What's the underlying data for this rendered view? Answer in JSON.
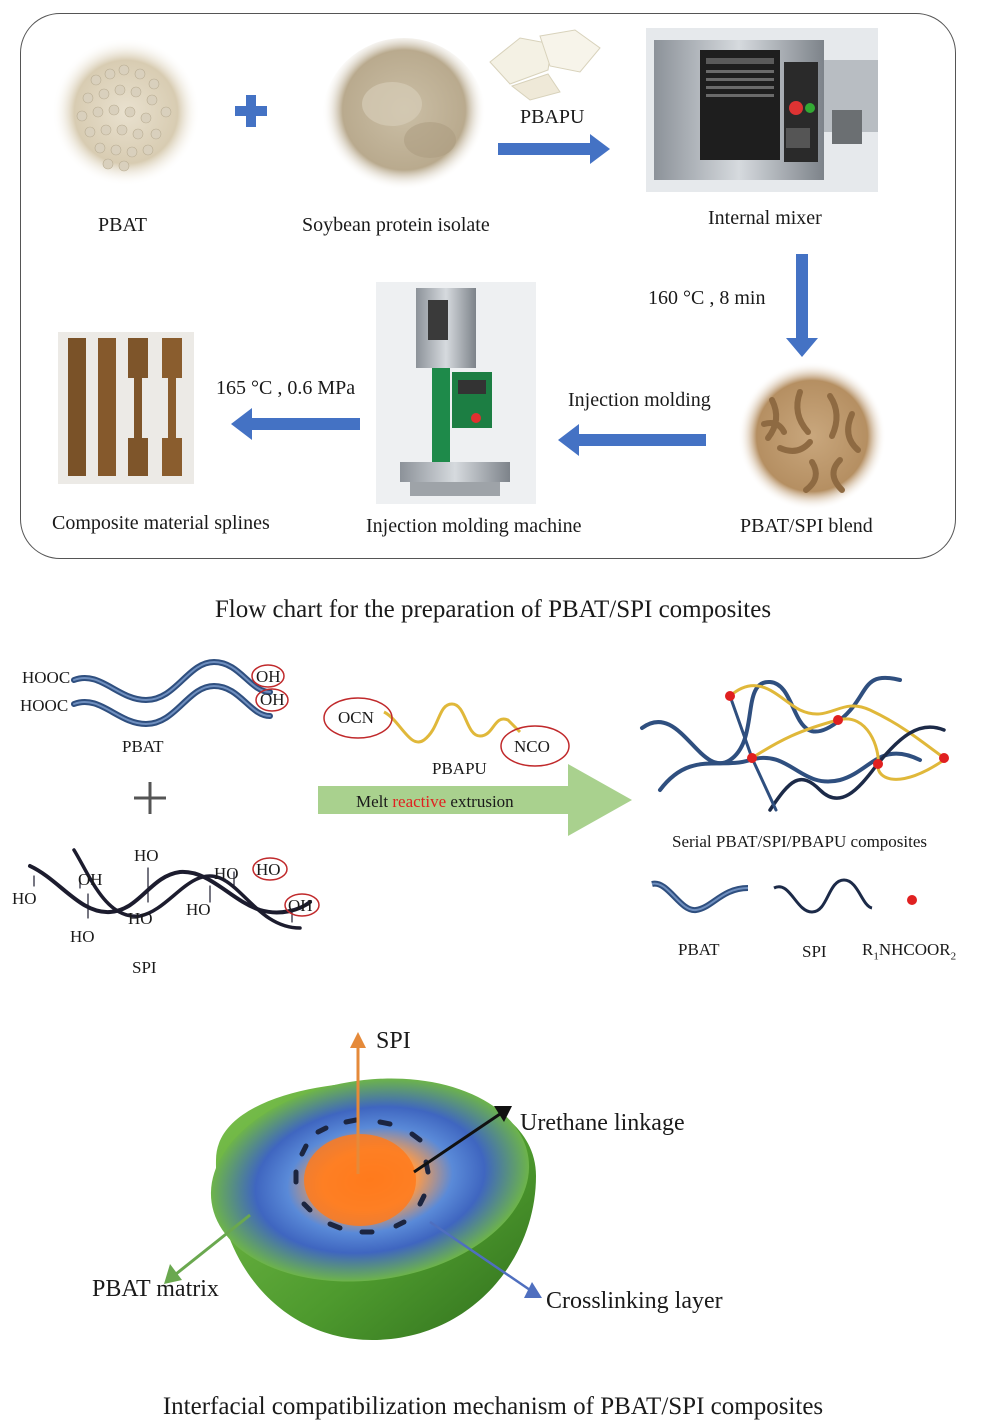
{
  "flowchart": {
    "pbat_label": "PBAT",
    "spi_powder_label": "Soybean protein isolate",
    "pbapu_label": "PBAPU",
    "mixer_label": "Internal mixer",
    "mixing_condition": "160 °C , 8 min",
    "blend_label": "PBAT/SPI blend",
    "injection_step_label": "Injection molding",
    "machine_label": "Injection molding machine",
    "molding_condition": "165 °C , 0.6 MPa",
    "splines_label": "Composite material splines",
    "caption": "Flow chart for the preparation of PBAT/SPI composites"
  },
  "reaction": {
    "pbat_end_groups": [
      "HOOC",
      "HOOC",
      "OH",
      "OH"
    ],
    "pbat_label": "PBAT",
    "spi_groups": [
      "HO",
      "OH",
      "HO",
      "HO",
      "HO",
      "HO",
      "HO",
      "HO",
      "OH"
    ],
    "spi_label": "SPI",
    "pbapu_groups": [
      "OCN",
      "NCO"
    ],
    "pbapu_label": "PBAPU",
    "arrow_text_before": "Melt ",
    "arrow_text_highlight": "reactive",
    "arrow_text_after": " extrusion",
    "product_label": "Serial PBAT/SPI/PBAPU composites",
    "legend": {
      "pbat": "PBAT",
      "spi": "SPI",
      "urethane_prefix": "R",
      "urethane_sub1": "1",
      "urethane_mid": "NHCOOR",
      "urethane_sub2": "2"
    }
  },
  "mechanism": {
    "spi_label": "SPI",
    "urethane_label": "Urethane linkage",
    "matrix_label": "PBAT matrix",
    "crosslink_label": "Crosslinking layer",
    "caption": "Interfacial compatibilization mechanism of PBAT/SPI composites"
  },
  "colors": {
    "flow_arrow": "#4472c4",
    "melt_arrow": "#a9d18e",
    "pbat_chain": "#2f4f7f",
    "pbapu_chain": "#e0b83a",
    "crosslink_dot": "#e02020",
    "highlight_red": "#e02020",
    "matrix_green": "#5aa83a",
    "core_orange": "#f28a30"
  }
}
